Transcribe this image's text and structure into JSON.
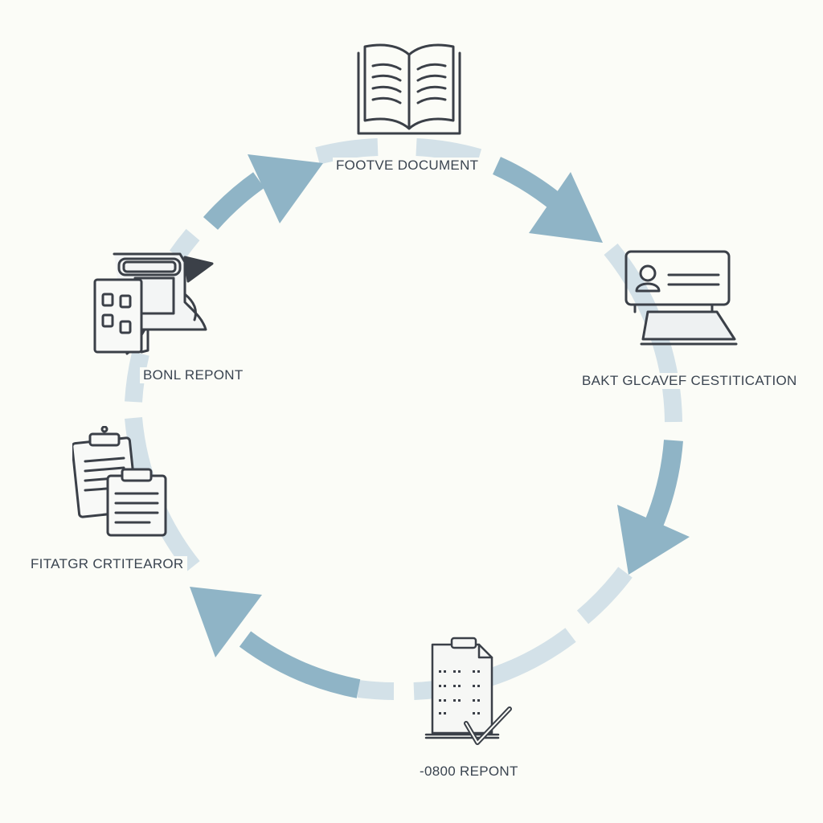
{
  "colors": {
    "background": "#fbfcf7",
    "arrow_dark": "#8fb4c6",
    "arrow_light": "#d3e1e8",
    "icon_stroke": "#3b4048",
    "label_text": "#3a4450"
  },
  "nodes": [
    {
      "id": "top",
      "label": "FOOTVE DOCUMENT",
      "icon": "open-book-icon"
    },
    {
      "id": "right",
      "label": "BAKT GLCAVEF CESTITICATION",
      "icon": "id-card-stand-icon"
    },
    {
      "id": "bottom",
      "label": "-0800 REPONT",
      "icon": "checklist-clipboard-icon"
    },
    {
      "id": "left-lower",
      "label": "FITATGR CRTITEAROR",
      "icon": "clipboards-icon"
    },
    {
      "id": "left-upper",
      "label": "BONL REPONT",
      "icon": "scanner-device-icon"
    }
  ]
}
